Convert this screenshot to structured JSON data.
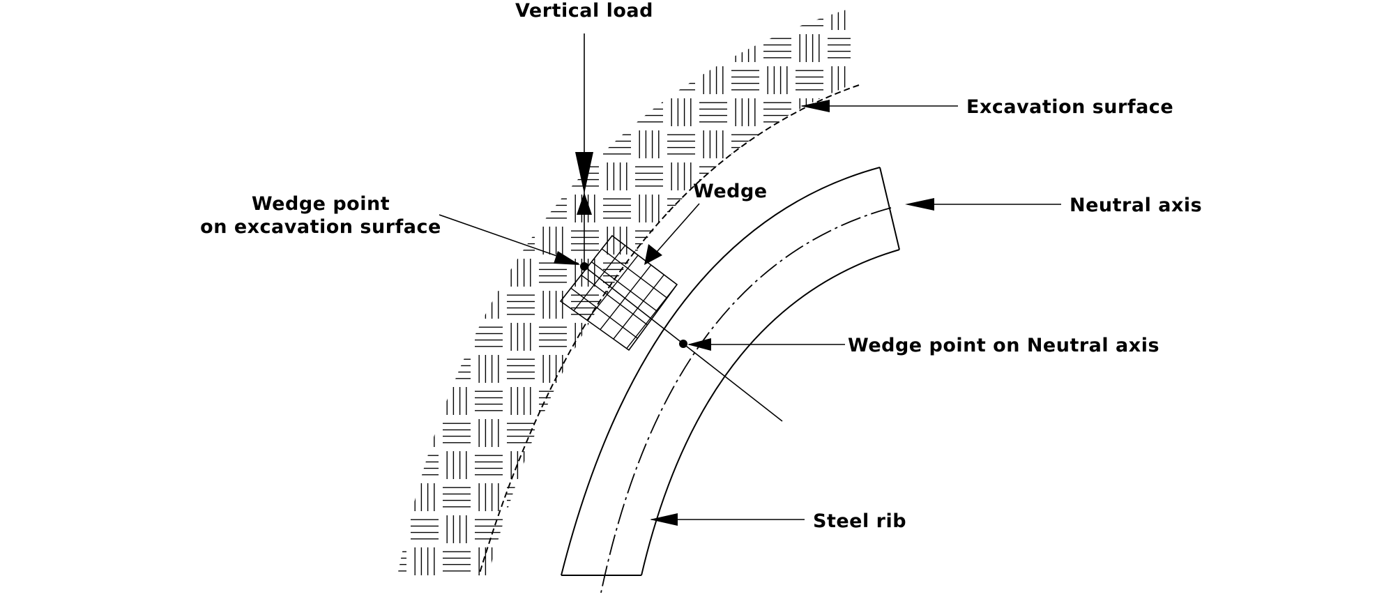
{
  "labels": {
    "vertical_load": "Vertical load",
    "excavation_surface": "Excavation surface",
    "neutral_axis": "Neutral axis",
    "wedge": "Wedge",
    "wedge_point_exc_line1": "Wedge point",
    "wedge_point_exc_line2": "on excavation surface",
    "wedge_point_neutral": "Wedge point on Neutral axis",
    "steel_rib": "Steel rib"
  },
  "colors": {
    "ink": "#000000",
    "background": "#ffffff"
  }
}
